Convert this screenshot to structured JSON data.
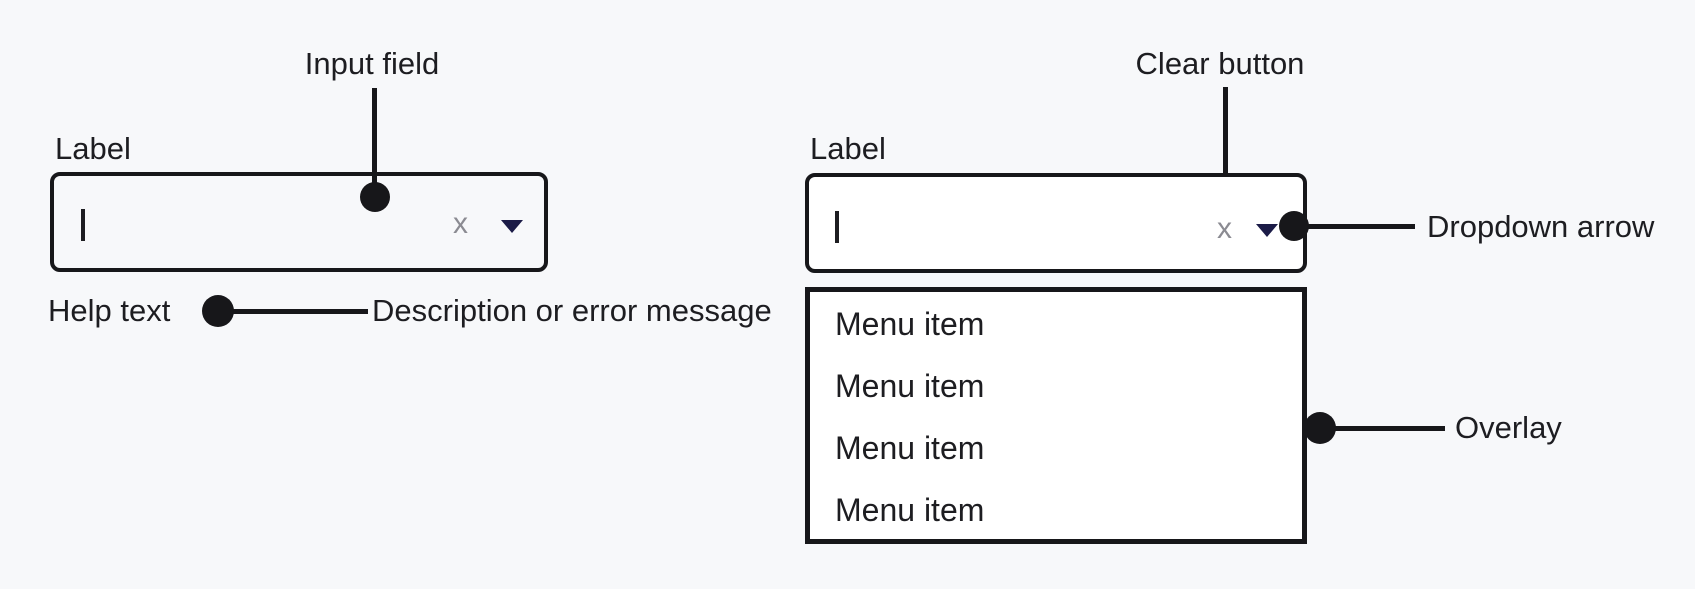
{
  "colors": {
    "bg": "#f7f8fa",
    "ink": "#1d1d21",
    "line": "#17171a",
    "panel": "#ffffff",
    "muted": "#8b8b92",
    "arrow": "#1b1b47"
  },
  "left_combobox": {
    "label": "Label",
    "input_value": "",
    "clear_glyph": "x",
    "help_text": "Help text",
    "annotations": {
      "input_field": "Input field",
      "help_description": "Description or error message"
    }
  },
  "right_combobox": {
    "label": "Label",
    "input_value": "",
    "clear_glyph": "x",
    "annotations": {
      "clear_button": "Clear button",
      "dropdown_arrow": "Dropdown arrow",
      "overlay": "Overlay"
    },
    "menu_items": [
      "Menu item",
      "Menu item",
      "Menu item",
      "Menu item"
    ]
  }
}
